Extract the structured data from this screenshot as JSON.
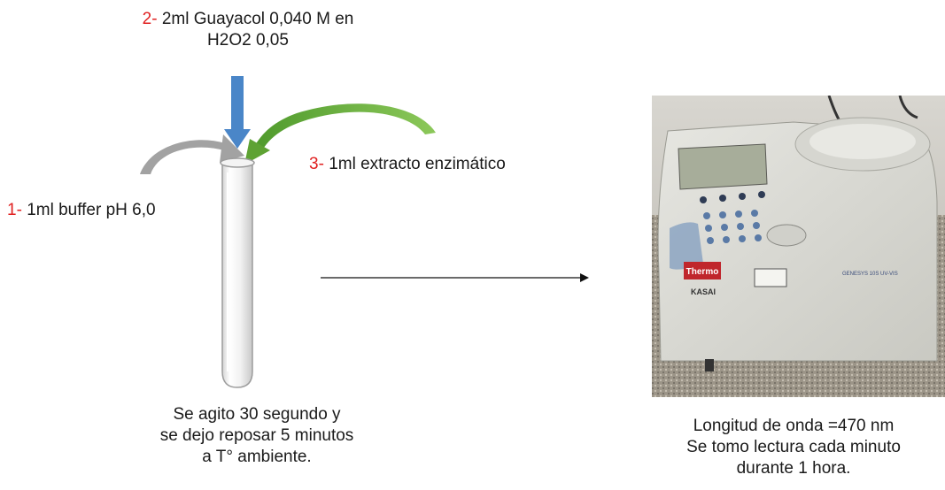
{
  "step2": {
    "number": "2-",
    "line1": "2ml Guayacol 0,040 M en",
    "line2": "H2O2 0,05"
  },
  "step3": {
    "number": "3-",
    "text": "1ml extracto enzimático"
  },
  "step1": {
    "number": "1-",
    "text": "1ml buffer pH 6,0"
  },
  "note_left": {
    "line1": "Se agito  30 segundo y",
    "line2": "se dejo reposar 5 minutos",
    "line3": "a T° ambiente."
  },
  "note_right": {
    "line1": "Longitud de onda =470 nm",
    "line2": "Se tomo lectura cada minuto",
    "line3": "durante 1 hora."
  },
  "instrument": {
    "brand": "Thermo",
    "brand_sub": "KASAI",
    "model": "GENESYS 10S UV-VIS"
  },
  "colors": {
    "step_number": "#e02020",
    "arrow_blue": "#4a86c8",
    "arrow_green": "#6cae3b",
    "arrow_gray": "#9a9a9a"
  }
}
